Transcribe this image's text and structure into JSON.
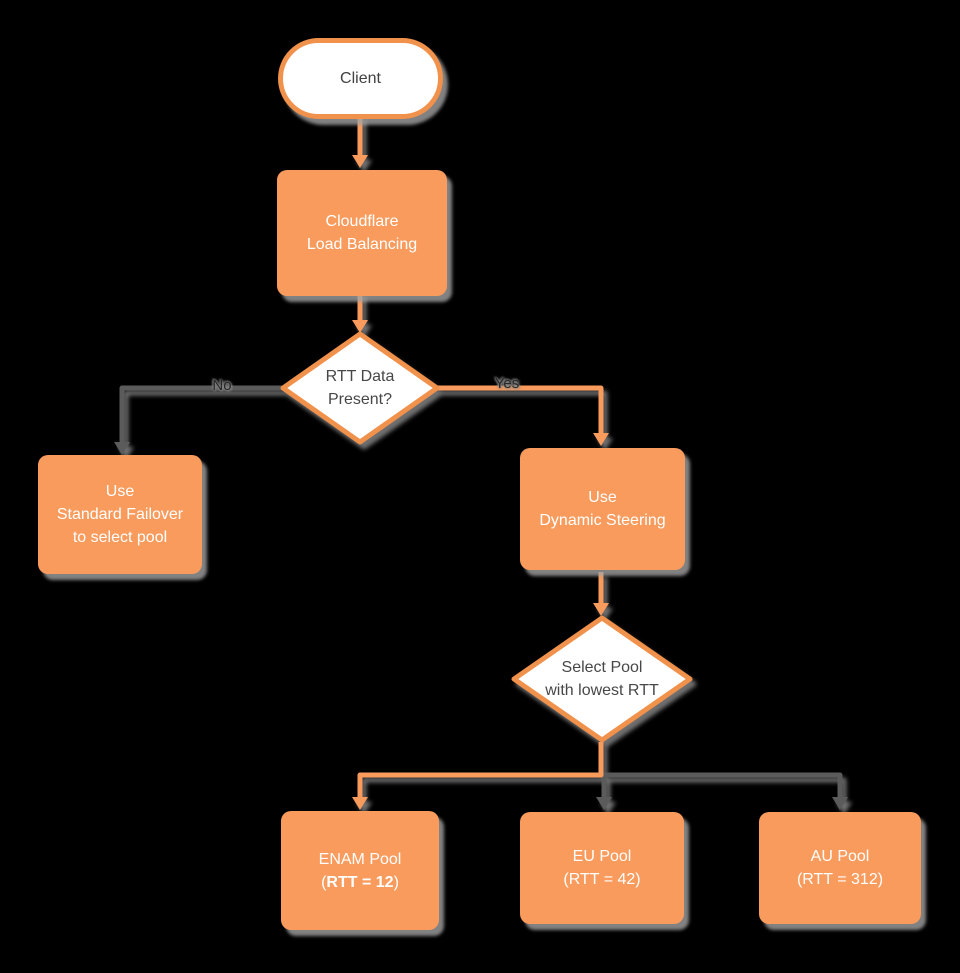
{
  "colors": {
    "orange": "#F89B5C",
    "orange_border": "#F0914C",
    "gray_line": "#5B5B5B",
    "shadow": "#A3A3A3",
    "node_text_light": "#FFFFFF",
    "node_text_dark": "#474747",
    "background": "#000000"
  },
  "nodes": {
    "client": {
      "shape": "terminator",
      "label": "Client"
    },
    "load_balancer": {
      "shape": "process",
      "line1": "Cloudflare",
      "line2": "Load Balancing"
    },
    "rtt_decision": {
      "shape": "decision",
      "line1": "RTT Data",
      "line2": "Present?"
    },
    "standard_failover": {
      "shape": "process",
      "line1": "Use",
      "line2": "Standard Failover",
      "line3": "to select pool"
    },
    "dynamic_steering": {
      "shape": "process",
      "line1": "Use",
      "line2": "Dynamic Steering"
    },
    "select_pool": {
      "shape": "decision",
      "line1": "Select Pool",
      "line2": "with lowest RTT"
    },
    "enam_pool": {
      "shape": "process",
      "line1": "ENAM Pool",
      "line2_open": "(",
      "line2_bold": "RTT = 12",
      "line2_close": ")"
    },
    "eu_pool": {
      "shape": "process",
      "line1": "EU Pool",
      "line2": "(RTT = 42)"
    },
    "au_pool": {
      "shape": "process",
      "line1": "AU Pool",
      "line2": "(RTT = 312)"
    }
  },
  "edge_labels": {
    "no": "No",
    "yes": "Yes"
  }
}
